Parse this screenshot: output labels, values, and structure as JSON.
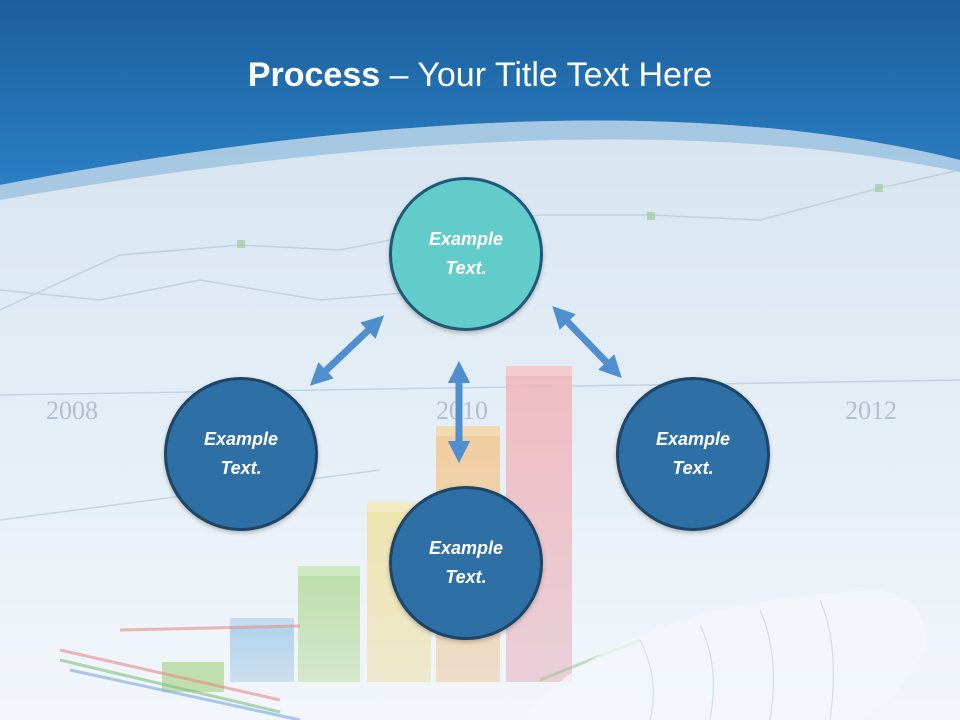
{
  "title": {
    "bold": "Process",
    "rest": " – Your Title Text Here"
  },
  "background": {
    "years": [
      "2008",
      "2010",
      "2012"
    ]
  },
  "nodes": {
    "top": {
      "line1": "Example",
      "line2": "Text."
    },
    "left": {
      "line1": "Example",
      "line2": "Text."
    },
    "right": {
      "line1": "Example",
      "line2": "Text."
    },
    "bottom": {
      "line1": "Example",
      "line2": "Text."
    }
  },
  "colors": {
    "header_blue": "#1f6db0",
    "node_dark": "#2e6fa5",
    "node_teal": "#62cccb",
    "arrow": "#4f8fcf"
  }
}
